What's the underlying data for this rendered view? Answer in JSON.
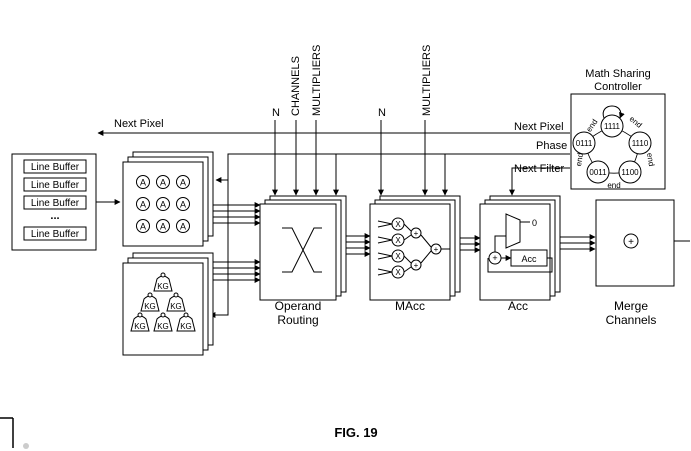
{
  "top_labels": {
    "n1": "N",
    "channels": "CHANNELS",
    "multipliers1": "MULTIPLIERS",
    "n2": "N",
    "multipliers2": "MULTIPLIERS"
  },
  "signals": {
    "next_pixel_left": "Next Pixel",
    "next_pixel_right": "Next Pixel",
    "phase": "Phase",
    "next_filter": "Next Filter"
  },
  "line_buffers": [
    "Line Buffer",
    "Line Buffer",
    "Line Buffer",
    "...",
    "Line Buffer"
  ],
  "activation_grid": {
    "symbol": "A",
    "count": 9
  },
  "weight_stack": {
    "symbol": "KG",
    "count": 6
  },
  "blocks": {
    "operand_routing": [
      "Operand",
      "Routing"
    ],
    "macc": "MAcc",
    "acc": "Acc",
    "acc_inner": "Acc",
    "acc_zero": "0",
    "merge": [
      "Merge",
      "Channels"
    ]
  },
  "controller": {
    "title": [
      "Math Sharing",
      "Controller"
    ],
    "states": [
      "1111",
      "1110",
      "1100",
      "0011",
      "0111"
    ],
    "edges": [
      "end",
      "end",
      "end",
      "end",
      "end"
    ]
  },
  "ops": {
    "mul": "X",
    "add": "+"
  },
  "figure_caption": "FIG. 19"
}
